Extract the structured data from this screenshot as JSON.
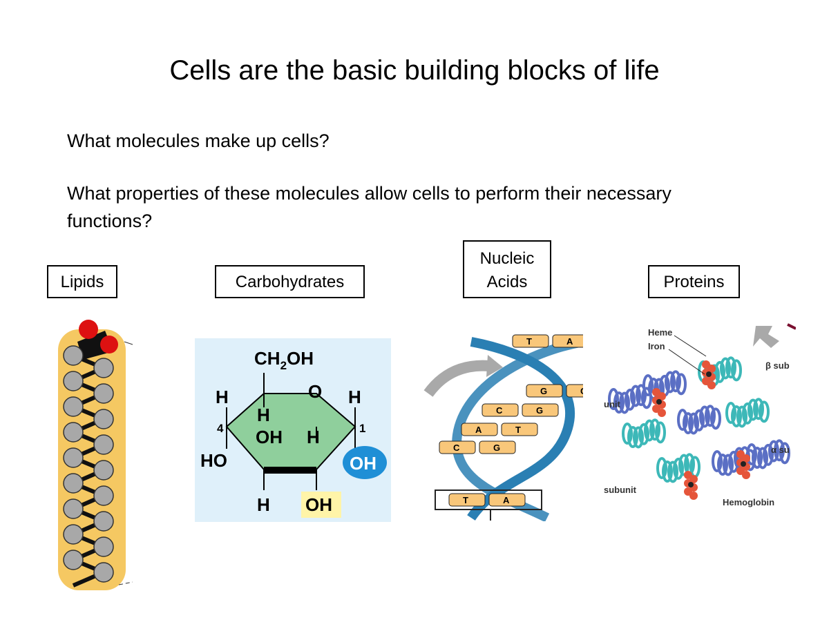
{
  "slide": {
    "title": "Cells are the basic building blocks of life",
    "question1": "What molecules make up cells?",
    "question2": "What properties of these molecules allow cells to perform their necessary functions?"
  },
  "labels": {
    "lipids": "Lipids",
    "carbohydrates": "Carbohydrates",
    "nucleic_line1": "Nucleic",
    "nucleic_line2": "Acids",
    "proteins": "Proteins"
  },
  "carb": {
    "ch2oh_pre": "CH",
    "ch2oh_sub": "2",
    "ch2oh_post": "OH",
    "o": "O",
    "h_left": "H",
    "h_right": "H",
    "h_inner": "H",
    "oh_inner": "OH",
    "h_inner2": "H",
    "ho": "HO",
    "h_bottom": "H",
    "oh_bottom": "OH",
    "oh_blue": "OH",
    "c4": "4",
    "c1": "1"
  },
  "dna": {
    "pairs": [
      {
        "left": "T",
        "right": "A"
      },
      {
        "left": "G",
        "right": "C"
      },
      {
        "left": "C",
        "right": "G"
      },
      {
        "left": "A",
        "right": "T"
      },
      {
        "left": "C",
        "right": "G"
      },
      {
        "left": "T",
        "right": "A"
      }
    ]
  },
  "protein": {
    "heme": "Heme",
    "iron": "Iron",
    "beta": "β sub",
    "unit": "unit",
    "alpha": "α su",
    "subunit": "subunit",
    "hemoglobin": "Hemoglobin"
  },
  "colors": {
    "lipid_halo": "#f5c862",
    "carb_bg": "#dff0fa",
    "carb_ring": "#8fcf9c",
    "carb_blue": "#1f8fd6",
    "carb_yellow": "#fff4a8",
    "dna_strand": "#2a7fb3",
    "dna_base": "#f9c77a",
    "prot_teal": "#3db8b8",
    "prot_blue": "#5b6fc4",
    "heme_red": "#e5553a"
  }
}
